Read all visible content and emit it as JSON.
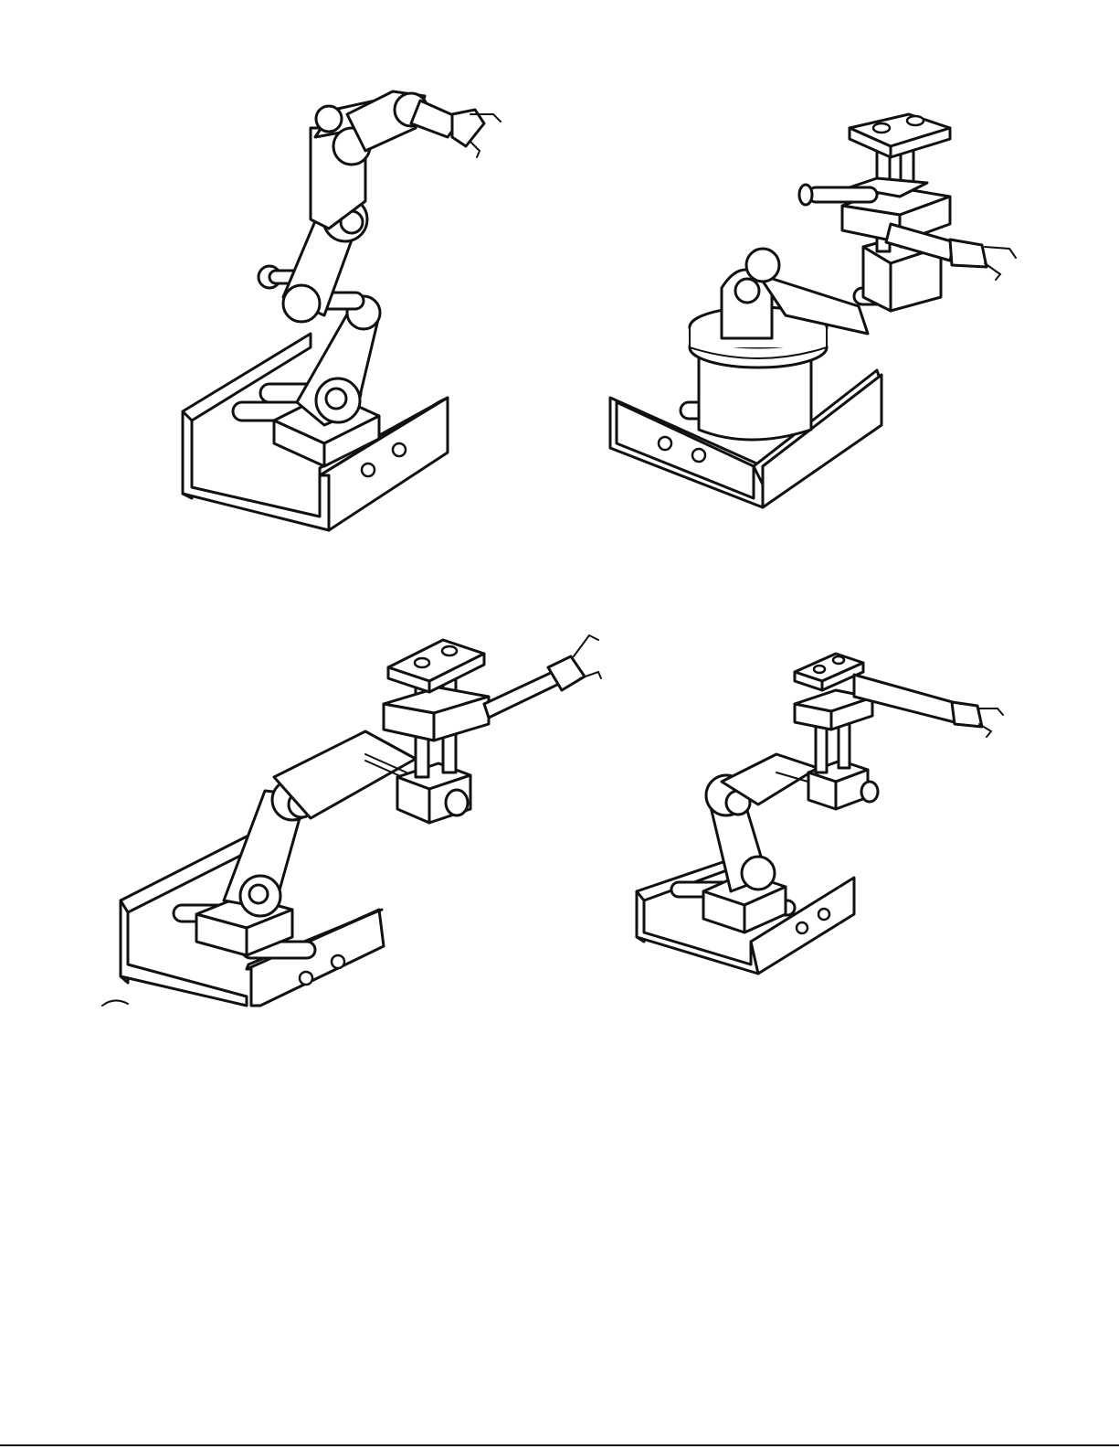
{
  "figures": [
    {
      "id": "arm-1",
      "icon": "articulated-robot-arm-icon"
    },
    {
      "id": "arm-2",
      "icon": "cylindrical-robot-arm-icon"
    },
    {
      "id": "arm-3",
      "icon": "extended-robot-arm-icon"
    },
    {
      "id": "arm-4",
      "icon": "compact-robot-arm-icon"
    }
  ],
  "colors": {
    "line": "#111111",
    "background": "#ffffff"
  }
}
